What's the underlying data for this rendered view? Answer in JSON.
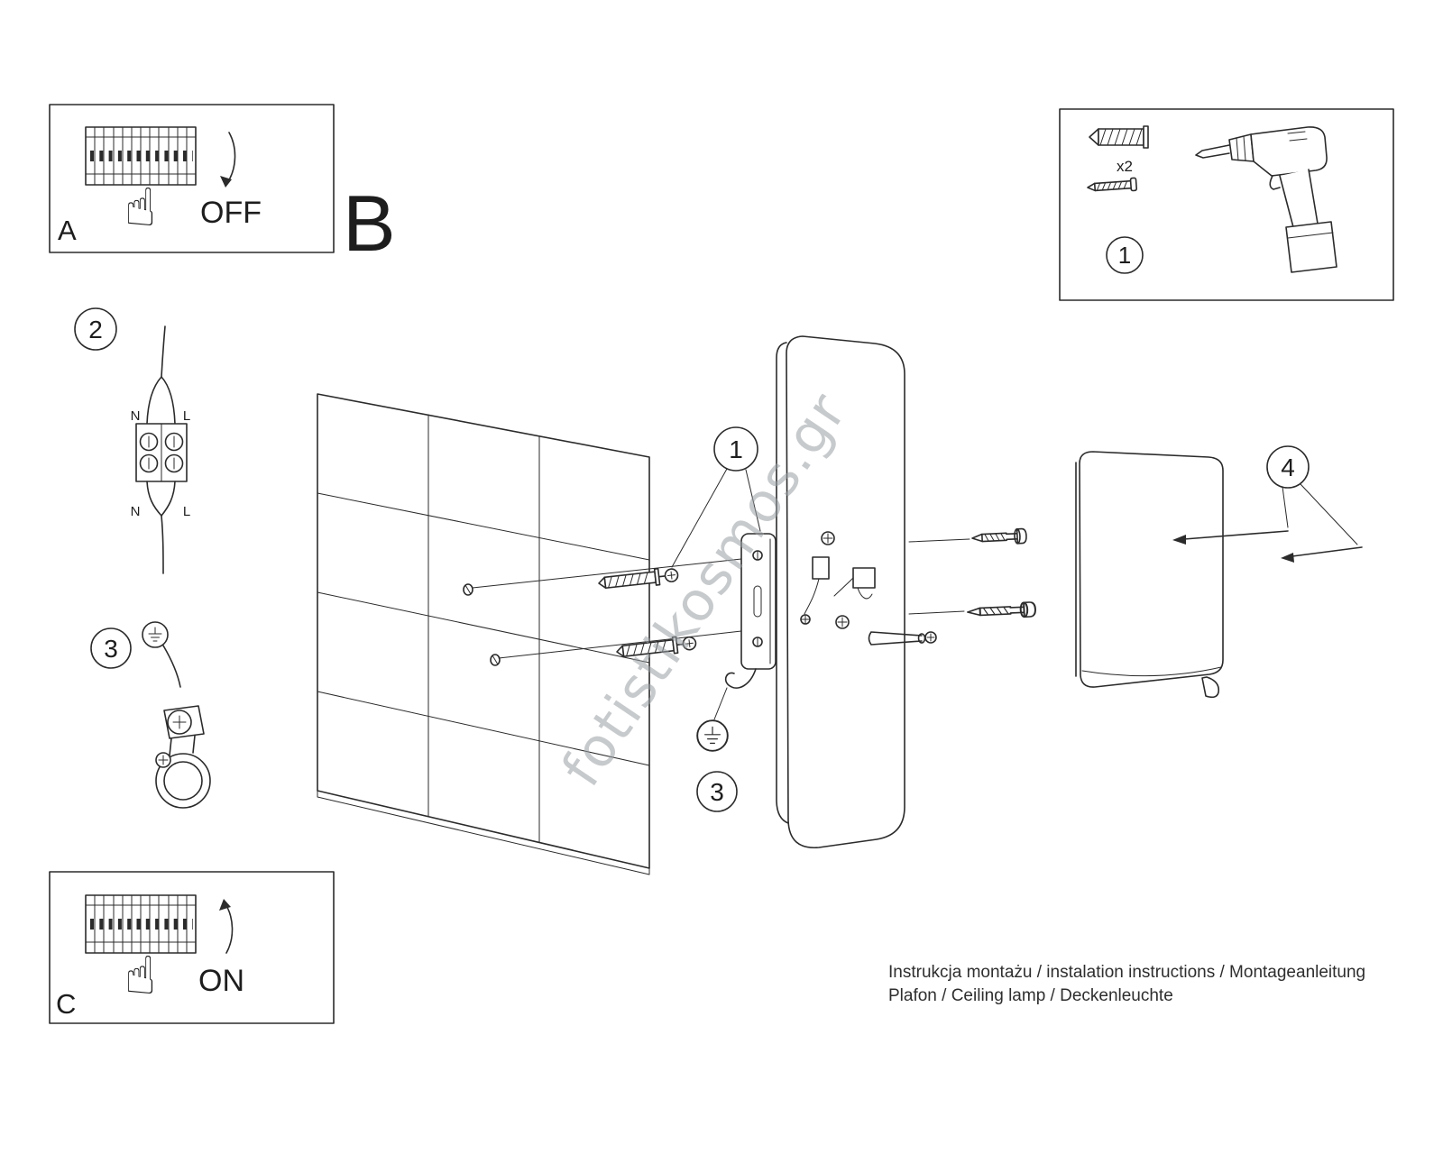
{
  "document": {
    "kind": "lamp installation instructions",
    "line_color": "#2b2b2b",
    "background": "#ffffff"
  },
  "sections": {
    "a": {
      "letter": "A",
      "action": "OFF"
    },
    "b": {
      "letter": "B"
    },
    "c": {
      "letter": "C",
      "action": "ON"
    }
  },
  "parts_box": {
    "step": "1",
    "anchor_quantity": "x2"
  },
  "callouts": {
    "one": "1",
    "two": "2",
    "three": "3",
    "four": "4"
  },
  "wiring": {
    "n_top": "N",
    "l_top": "L",
    "n_bottom": "N",
    "l_bottom": "L"
  },
  "icons": {
    "pointing_hand": "☝"
  },
  "watermark": {
    "text": "fotistikosmos.gr"
  },
  "footer": {
    "line1": "Instrukcja montażu / instalation instructions / Montageanleitung",
    "line2": "Plafon / Ceiling lamp / Deckenleuchte"
  }
}
